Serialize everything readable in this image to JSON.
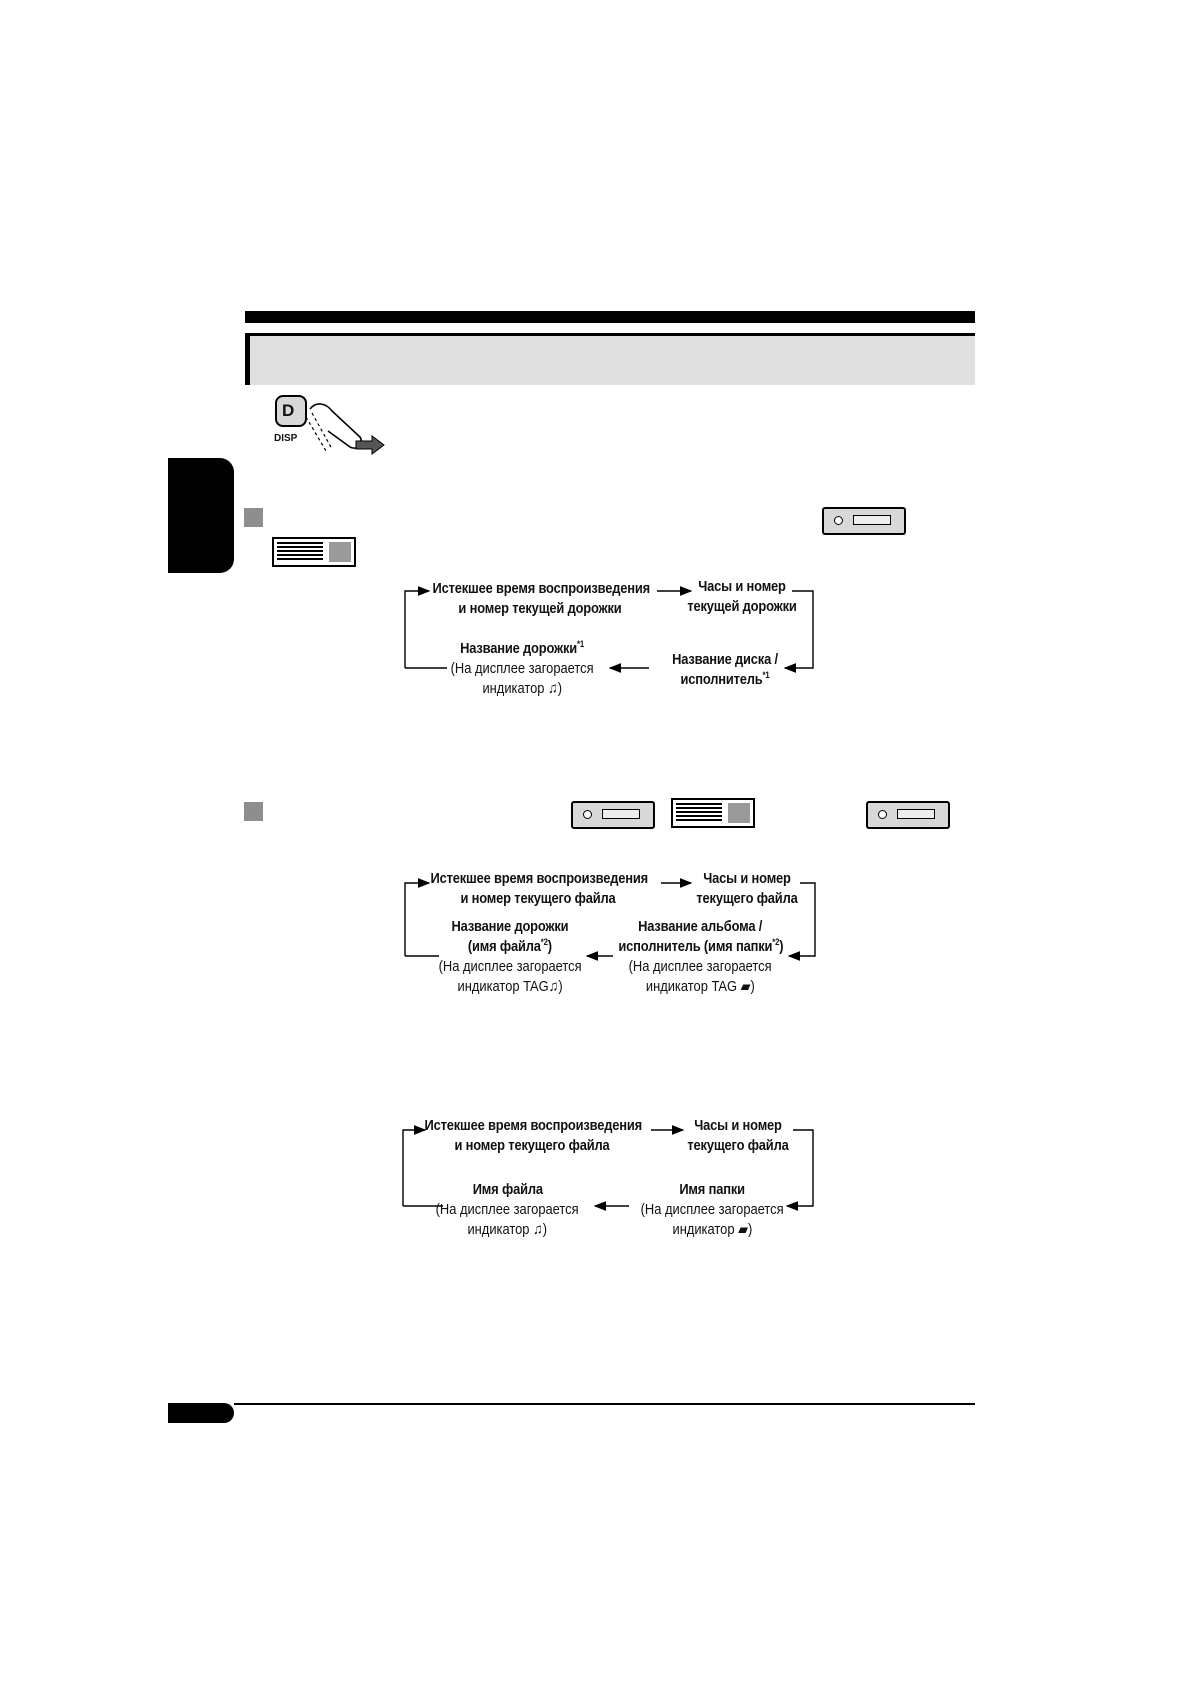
{
  "colors": {
    "rule": "#000000",
    "band": "#e0e0e0",
    "bullet": "#8e8e8e",
    "device": "#d8d8d8"
  },
  "button": {
    "letter": "D",
    "caption": "DISP"
  },
  "icons": {
    "note": "music-note-icon",
    "folder": "folder-icon",
    "arrow": "right-arrow-icon"
  },
  "flow1": {
    "a1": "Истекшее время воспроизведения",
    "a2": "и номер текущей дорожки",
    "b1": "Часы и номер",
    "b2": "текущей дорожки",
    "c1": "Название диска /",
    "c2": "исполнитель",
    "c_mark": "*1",
    "d1": "Название дорожки",
    "d_mark": "*1",
    "d2": "(На дисплее загорается",
    "d3": "индикатор",
    "d3_end": ")"
  },
  "flow2": {
    "a1": "Истекшее время воспроизведения",
    "a2": "и номер текущего файла",
    "b1": "Часы и номер",
    "b2": "текущего файла",
    "c1": "Название альбома /",
    "c2": "исполнитель (имя папки",
    "c_mark": "*2",
    "c2_end": ")",
    "c3": "(На дисплее загорается",
    "c4": "индикатор TAG",
    "c4_end": ")",
    "d1": "Название дорожки",
    "d2": "(имя файла",
    "d_mark": "*2",
    "d2_end": ")",
    "d3": "(На дисплее загорается",
    "d4": "индикатор TAG",
    "d4_end": ")"
  },
  "flow3": {
    "a1": "Истекшее время воспроизведения",
    "a2": "и номер текущего файла",
    "b1": "Часы и номер",
    "b2": "текущего файла",
    "c1": "Имя папки",
    "c2": "(На дисплее загорается",
    "c3": "индикатор",
    "c3_end": ")",
    "d1": "Имя файла",
    "d2": "(На дисплее загорается",
    "d3": "индикатор",
    "d3_end": ")"
  }
}
